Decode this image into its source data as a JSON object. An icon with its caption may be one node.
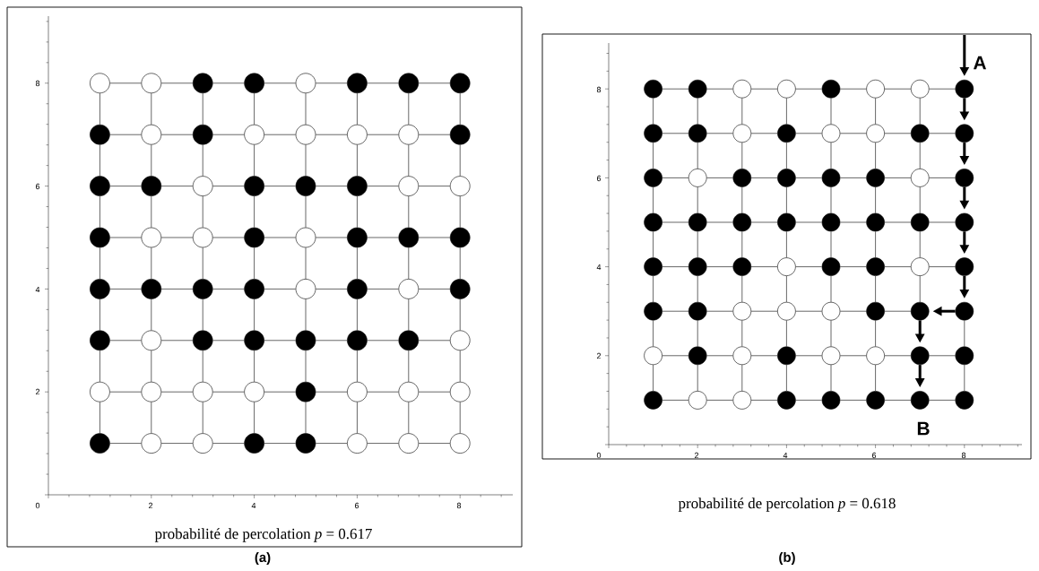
{
  "diagram": {
    "nodes": [
      {
        "text": [],
        "shape": "circle"
      },
      {
        "text": [],
        "shape": "circle"
      },
      {
        "text": [],
        "shape": "dot"
      },
      {
        "text": [],
        "shape": "dot"
      },
      {
        "text": [],
        "shape": "circle"
      },
      {
        "text": [],
        "shape": "dot"
      },
      {
        "text": [],
        "shape": "dot"
      },
      {
        "text": [],
        "shape": "dot"
      },
      {
        "text": [],
        "shape": "dot"
      },
      {
        "text": [],
        "shape": "circle"
      },
      {
        "text": [],
        "shape": "dot"
      },
      {
        "text": [],
        "shape": "circle"
      },
      {
        "text": [],
        "shape": "circle"
      },
      {
        "text": [],
        "shape": "circle"
      },
      {
        "text": [],
        "shape": "circle"
      },
      {
        "text": [],
        "shape": "dot"
      },
      {
        "text": [],
        "shape": "dot"
      },
      {
        "text": [],
        "shape": "dot"
      },
      {
        "text": [],
        "shape": "circle"
      },
      {
        "text": [],
        "shape": "dot"
      },
      {
        "text": [],
        "shape": "dot"
      },
      {
        "text": [],
        "shape": "dot"
      },
      {
        "text": [],
        "shape": "circle"
      },
      {
        "text": [],
        "shape": "circle"
      },
      {
        "text": [],
        "shape": "dot"
      },
      {
        "text": [],
        "shape": "circle"
      },
      {
        "text": [],
        "shape": "circle"
      },
      {
        "text": [],
        "shape": "dot"
      },
      {
        "text": [],
        "shape": "circle"
      },
      {
        "text": [],
        "shape": "dot"
      },
      {
        "text": [],
        "shape": "dot"
      },
      {
        "text": [],
        "shape": "dot"
      },
      {
        "text": [],
        "shape": "dot"
      },
      {
        "text": [],
        "shape": "dot"
      },
      {
        "text": [],
        "shape": "dot"
      },
      {
        "text": [],
        "shape": "dot"
      },
      {
        "text": [],
        "shape": "circle"
      },
      {
        "text": [],
        "shape": "dot"
      },
      {
        "text": [],
        "shape": "circle"
      },
      {
        "text": [],
        "shape": "dot"
      },
      {
        "text": [],
        "shape": "dot"
      },
      {
        "text": [],
        "shape": "circle"
      },
      {
        "text": [],
        "shape": "dot"
      },
      {
        "text": [],
        "shape": "dot"
      },
      {
        "text": [],
        "shape": "dot"
      },
      {
        "text": [],
        "shape": "dot"
      },
      {
        "text": [],
        "shape": "dot"
      },
      {
        "text": [],
        "shape": "circle"
      },
      {
        "text": [],
        "shape": "circle"
      },
      {
        "text": [],
        "shape": "circle"
      },
      {
        "text": [],
        "shape": "circle"
      },
      {
        "text": [],
        "shape": "circle"
      },
      {
        "text": [],
        "shape": "dot"
      },
      {
        "text": [],
        "shape": "circle"
      },
      {
        "text": [],
        "shape": "circle"
      },
      {
        "text": [],
        "shape": "circle"
      },
      {
        "text": [],
        "shape": "dot"
      },
      {
        "text": [],
        "shape": "circle"
      },
      {
        "text": [],
        "shape": "circle"
      },
      {
        "text": [],
        "shape": "dot"
      },
      {
        "text": [],
        "shape": "dot"
      },
      {
        "text": [],
        "shape": "circle"
      },
      {
        "text": [],
        "shape": "circle"
      },
      {
        "text": [],
        "shape": "circle"
      },
      {
        "text": [],
        "shape": "dot"
      },
      {
        "text": [],
        "shape": "dot"
      },
      {
        "text": [],
        "shape": "circle"
      },
      {
        "text": [],
        "shape": "circle"
      },
      {
        "text": [],
        "shape": "dot"
      },
      {
        "text": [],
        "shape": "circle"
      },
      {
        "text": [],
        "shape": "circle"
      },
      {
        "text": [],
        "shape": "dot"
      },
      {
        "text": [],
        "shape": "dot"
      },
      {
        "text": [],
        "shape": "dot"
      },
      {
        "text": [],
        "shape": "circle"
      },
      {
        "text": [],
        "shape": "dot"
      },
      {
        "text": [],
        "shape": "circle"
      },
      {
        "text": [],
        "shape": "circle"
      },
      {
        "text": [],
        "shape": "dot"
      },
      {
        "text": [],
        "shape": "dot"
      },
      {
        "text": [],
        "shape": "dot"
      },
      {
        "text": [],
        "shape": "circle"
      },
      {
        "text": [],
        "shape": "dot"
      },
      {
        "text": [],
        "shape": "dot"
      },
      {
        "text": [],
        "shape": "dot"
      },
      {
        "text": [],
        "shape": "dot"
      },
      {
        "text": [],
        "shape": "circle"
      },
      {
        "text": [],
        "shape": "dot"
      },
      {
        "text": [],
        "shape": "dot"
      },
      {
        "text": [],
        "shape": "dot"
      },
      {
        "text": [],
        "shape": "dot"
      },
      {
        "text": [],
        "shape": "dot"
      },
      {
        "text": [],
        "shape": "dot"
      },
      {
        "text": [],
        "shape": "dot"
      },
      {
        "text": [],
        "shape": "dot"
      },
      {
        "text": [],
        "shape": "dot"
      },
      {
        "text": [],
        "shape": "dot"
      },
      {
        "text": [],
        "shape": "dot"
      },
      {
        "text": [],
        "shape": "dot"
      },
      {
        "text": [],
        "shape": "circle"
      },
      {
        "text": [],
        "shape": "dot"
      },
      {
        "text": [],
        "shape": "dot"
      },
      {
        "text": [],
        "shape": "circle"
      },
      {
        "text": [],
        "shape": "dot"
      },
      {
        "text": [],
        "shape": "dot"
      },
      {
        "text": [],
        "shape": "dot"
      },
      {
        "text": [],
        "shape": "circle"
      },
      {
        "text": [],
        "shape": "circle"
      },
      {
        "text": [],
        "shape": "circle"
      },
      {
        "text": [],
        "shape": "dot"
      },
      {
        "text": [],
        "shape": "dot"
      },
      {
        "text": [],
        "shape": "dot"
      },
      {
        "text": [],
        "shape": "circle"
      },
      {
        "text": [],
        "shape": "dot"
      },
      {
        "text": [],
        "shape": "circle"
      },
      {
        "text": [],
        "shape": "dot"
      },
      {
        "text": [],
        "shape": "circle"
      },
      {
        "text": [],
        "shape": "circle"
      },
      {
        "text": [],
        "shape": "dot"
      },
      {
        "text": [],
        "shape": "dot"
      },
      {
        "text": [],
        "shape": "dot"
      },
      {
        "text": [],
        "shape": "circle"
      },
      {
        "text": [],
        "shape": "circle"
      },
      {
        "text": [],
        "shape": "dot"
      },
      {
        "text": [],
        "shape": "dot"
      },
      {
        "text": [],
        "shape": "dot"
      },
      {
        "text": [],
        "shape": "dot"
      },
      {
        "text": [],
        "shape": "dot"
      }
    ],
    "edges": [
      {
        "from": 0,
        "to": 1,
        "arrow": "none"
      },
      {
        "from": 1,
        "to": 2,
        "arrow": "none"
      },
      {
        "from": 2,
        "to": 3,
        "arrow": "none"
      },
      {
        "from": 3,
        "to": 4,
        "arrow": "none"
      },
      {
        "from": 4,
        "to": 5,
        "arrow": "none"
      },
      {
        "from": 5,
        "to": 6,
        "arrow": "none"
      },
      {
        "from": 6,
        "to": 7,
        "arrow": "none"
      },
      {
        "from": 0,
        "to": 8,
        "arrow": "none"
      },
      {
        "from": 1,
        "to": 9,
        "arrow": "none"
      },
      {
        "from": 2,
        "to": 10,
        "arrow": "none"
      },
      {
        "from": 3,
        "to": 11,
        "arrow": "none"
      },
      {
        "from": 4,
        "to": 12,
        "arrow": "none"
      },
      {
        "from": 5,
        "to": 13,
        "arrow": "none"
      },
      {
        "from": 6,
        "to": 14,
        "arrow": "none"
      },
      {
        "from": 7,
        "to": 15,
        "arrow": "none"
      },
      {
        "from": 8,
        "to": 9,
        "arrow": "none"
      },
      {
        "from": 9,
        "to": 10,
        "arrow": "none"
      },
      {
        "from": 10,
        "to": 11,
        "arrow": "none"
      },
      {
        "from": 11,
        "to": 12,
        "arrow": "none"
      },
      {
        "from": 12,
        "to": 13,
        "arrow": "none"
      },
      {
        "from": 13,
        "to": 14,
        "arrow": "none"
      },
      {
        "from": 14,
        "to": 15,
        "arrow": "none"
      },
      {
        "from": 8,
        "to": 16,
        "arrow": "none"
      },
      {
        "from": 9,
        "to": 17,
        "arrow": "none"
      },
      {
        "from": 10,
        "to": 18,
        "arrow": "none"
      },
      {
        "from": 11,
        "to": 19,
        "arrow": "none"
      },
      {
        "from": 12,
        "to": 20,
        "arrow": "none"
      },
      {
        "from": 13,
        "to": 21,
        "arrow": "none"
      },
      {
        "from": 14,
        "to": 22,
        "arrow": "none"
      },
      {
        "from": 15,
        "to": 23,
        "arrow": "none"
      },
      {
        "from": 16,
        "to": 17,
        "arrow": "none"
      },
      {
        "from": 17,
        "to": 18,
        "arrow": "none"
      },
      {
        "from": 18,
        "to": 19,
        "arrow": "none"
      },
      {
        "from": 19,
        "to": 20,
        "arrow": "none"
      },
      {
        "from": 20,
        "to": 21,
        "arrow": "none"
      },
      {
        "from": 21,
        "to": 22,
        "arrow": "none"
      },
      {
        "from": 22,
        "to": 23,
        "arrow": "none"
      },
      {
        "from": 16,
        "to": 24,
        "arrow": "none"
      },
      {
        "from": 17,
        "to": 25,
        "arrow": "none"
      },
      {
        "from": 18,
        "to": 26,
        "arrow": "none"
      },
      {
        "from": 19,
        "to": 27,
        "arrow": "none"
      },
      {
        "from": 20,
        "to": 28,
        "arrow": "none"
      },
      {
        "from": 21,
        "to": 29,
        "arrow": "none"
      },
      {
        "from": 22,
        "to": 30,
        "arrow": "none"
      },
      {
        "from": 23,
        "to": 31,
        "arrow": "none"
      },
      {
        "from": 24,
        "to": 25,
        "arrow": "none"
      },
      {
        "from": 25,
        "to": 26,
        "arrow": "none"
      },
      {
        "from": 26,
        "to": 27,
        "arrow": "none"
      },
      {
        "from": 27,
        "to": 28,
        "arrow": "none"
      },
      {
        "from": 28,
        "to": 29,
        "arrow": "none"
      },
      {
        "from": 29,
        "to": 30,
        "arrow": "none"
      },
      {
        "from": 30,
        "to": 31,
        "arrow": "none"
      },
      {
        "from": 24,
        "to": 32,
        "arrow": "none"
      },
      {
        "from": 25,
        "to": 33,
        "arrow": "none"
      },
      {
        "from": 26,
        "to": 34,
        "arrow": "none"
      },
      {
        "from": 27,
        "to": 35,
        "arrow": "none"
      },
      {
        "from": 28,
        "to": 36,
        "arrow": "none"
      },
      {
        "from": 29,
        "to": 37,
        "arrow": "none"
      },
      {
        "from": 30,
        "to": 38,
        "arrow": "none"
      },
      {
        "from": 31,
        "to": 39,
        "arrow": "none"
      },
      {
        "from": 32,
        "to": 33,
        "arrow": "none"
      },
      {
        "from": 33,
        "to": 34,
        "arrow": "none"
      },
      {
        "from": 34,
        "to": 35,
        "arrow": "none"
      },
      {
        "from": 35,
        "to": 36,
        "arrow": "none"
      },
      {
        "from": 36,
        "to": 37,
        "arrow": "none"
      },
      {
        "from": 37,
        "to": 38,
        "arrow": "none"
      },
      {
        "from": 38,
        "to": 39,
        "arrow": "none"
      },
      {
        "from": 32,
        "to": 40,
        "arrow": "none"
      },
      {
        "from": 33,
        "to": 41,
        "arrow": "none"
      },
      {
        "from": 34,
        "to": 42,
        "arrow": "none"
      },
      {
        "from": 35,
        "to": 43,
        "arrow": "none"
      },
      {
        "from": 36,
        "to": 44,
        "arrow": "none"
      },
      {
        "from": 37,
        "to": 45,
        "arrow": "none"
      },
      {
        "from": 38,
        "to": 46,
        "arrow": "none"
      },
      {
        "from": 39,
        "to": 47,
        "arrow": "none"
      },
      {
        "from": 40,
        "to": 41,
        "arrow": "none"
      },
      {
        "from": 41,
        "to": 42,
        "arrow": "none"
      },
      {
        "from": 42,
        "to": 43,
        "arrow": "none"
      },
      {
        "from": 43,
        "to": 44,
        "arrow": "none"
      },
      {
        "from": 44,
        "to": 45,
        "arrow": "none"
      },
      {
        "from": 45,
        "to": 46,
        "arrow": "none"
      },
      {
        "from": 46,
        "to": 47,
        "arrow": "none"
      },
      {
        "from": 40,
        "to": 48,
        "arrow": "none"
      },
      {
        "from": 41,
        "to": 49,
        "arrow": "none"
      },
      {
        "from": 42,
        "to": 50,
        "arrow": "none"
      },
      {
        "from": 43,
        "to": 51,
        "arrow": "none"
      },
      {
        "from": 44,
        "to": 52,
        "arrow": "none"
      },
      {
        "from": 45,
        "to": 53,
        "arrow": "none"
      },
      {
        "from": 46,
        "to": 54,
        "arrow": "none"
      },
      {
        "from": 47,
        "to": 55,
        "arrow": "none"
      },
      {
        "from": 48,
        "to": 49,
        "arrow": "none"
      },
      {
        "from": 49,
        "to": 50,
        "arrow": "none"
      },
      {
        "from": 50,
        "to": 51,
        "arrow": "none"
      },
      {
        "from": 51,
        "to": 52,
        "arrow": "none"
      },
      {
        "from": 52,
        "to": 53,
        "arrow": "none"
      },
      {
        "from": 53,
        "to": 54,
        "arrow": "none"
      },
      {
        "from": 54,
        "to": 55,
        "arrow": "none"
      },
      {
        "from": 48,
        "to": 56,
        "arrow": "none"
      },
      {
        "from": 49,
        "to": 57,
        "arrow": "none"
      },
      {
        "from": 50,
        "to": 58,
        "arrow": "none"
      },
      {
        "from": 51,
        "to": 59,
        "arrow": "none"
      },
      {
        "from": 52,
        "to": 60,
        "arrow": "none"
      },
      {
        "from": 53,
        "to": 61,
        "arrow": "none"
      },
      {
        "from": 54,
        "to": 62,
        "arrow": "none"
      },
      {
        "from": 55,
        "to": 63,
        "arrow": "none"
      },
      {
        "from": 56,
        "to": 57,
        "arrow": "none"
      },
      {
        "from": 57,
        "to": 58,
        "arrow": "none"
      },
      {
        "from": 58,
        "to": 59,
        "arrow": "none"
      },
      {
        "from": 59,
        "to": 60,
        "arrow": "none"
      },
      {
        "from": 60,
        "to": 61,
        "arrow": "none"
      },
      {
        "from": 61,
        "to": 62,
        "arrow": "none"
      },
      {
        "from": 62,
        "to": 63,
        "arrow": "none"
      },
      {
        "from": 64,
        "to": 65,
        "arrow": "none"
      },
      {
        "from": 65,
        "to": 66,
        "arrow": "none"
      },
      {
        "from": 66,
        "to": 67,
        "arrow": "none"
      },
      {
        "from": 67,
        "to": 68,
        "arrow": "none"
      },
      {
        "from": 68,
        "to": 69,
        "arrow": "none"
      },
      {
        "from": 69,
        "to": 70,
        "arrow": "none"
      },
      {
        "from": 70,
        "to": 71,
        "arrow": "none"
      },
      {
        "from": 64,
        "to": 72,
        "arrow": "none"
      },
      {
        "from": 65,
        "to": 73,
        "arrow": "none"
      },
      {
        "from": 66,
        "to": 74,
        "arrow": "none"
      },
      {
        "from": 67,
        "to": 75,
        "arrow": "none"
      },
      {
        "from": 68,
        "to": 76,
        "arrow": "none"
      },
      {
        "from": 69,
        "to": 77,
        "arrow": "none"
      },
      {
        "from": 70,
        "to": 78,
        "arrow": "none"
      },
      {
        "from": 71,
        "to": 79,
        "arrow": "to",
        "style": "thick"
      },
      {
        "from": 72,
        "to": 73,
        "arrow": "none"
      },
      {
        "from": 73,
        "to": 74,
        "arrow": "none"
      },
      {
        "from": 74,
        "to": 75,
        "arrow": "none"
      },
      {
        "from": 75,
        "to": 76,
        "arrow": "none"
      },
      {
        "from": 76,
        "to": 77,
        "arrow": "none"
      },
      {
        "from": 77,
        "to": 78,
        "arrow": "none"
      },
      {
        "from": 78,
        "to": 79,
        "arrow": "none"
      },
      {
        "from": 72,
        "to": 80,
        "arrow": "none"
      },
      {
        "from": 73,
        "to": 81,
        "arrow": "none"
      },
      {
        "from": 74,
        "to": 82,
        "arrow": "none"
      },
      {
        "from": 75,
        "to": 83,
        "arrow": "none"
      },
      {
        "from": 76,
        "to": 84,
        "arrow": "none"
      },
      {
        "from": 77,
        "to": 85,
        "arrow": "none"
      },
      {
        "from": 78,
        "to": 86,
        "arrow": "none"
      },
      {
        "from": 79,
        "to": 87,
        "arrow": "to",
        "style": "thick"
      },
      {
        "from": 80,
        "to": 81,
        "arrow": "none"
      },
      {
        "from": 81,
        "to": 82,
        "arrow": "none"
      },
      {
        "from": 82,
        "to": 83,
        "arrow": "none"
      },
      {
        "from": 83,
        "to": 84,
        "arrow": "none"
      },
      {
        "from": 84,
        "to": 85,
        "arrow": "none"
      },
      {
        "from": 85,
        "to": 86,
        "arrow": "none"
      },
      {
        "from": 86,
        "to": 87,
        "arrow": "none"
      },
      {
        "from": 80,
        "to": 88,
        "arrow": "none"
      },
      {
        "from": 81,
        "to": 89,
        "arrow": "none"
      },
      {
        "from": 82,
        "to": 90,
        "arrow": "none"
      },
      {
        "from": 83,
        "to": 91,
        "arrow": "none"
      },
      {
        "from": 84,
        "to": 92,
        "arrow": "none"
      },
      {
        "from": 85,
        "to": 93,
        "arrow": "none"
      },
      {
        "from": 86,
        "to": 94,
        "arrow": "none"
      },
      {
        "from": 87,
        "to": 95,
        "arrow": "to",
        "style": "thick"
      },
      {
        "from": 88,
        "to": 89,
        "arrow": "none"
      },
      {
        "from": 89,
        "to": 90,
        "arrow": "none"
      },
      {
        "from": 90,
        "to": 91,
        "arrow": "none"
      },
      {
        "from": 91,
        "to": 92,
        "arrow": "none"
      },
      {
        "from": 92,
        "to": 93,
        "arrow": "none"
      },
      {
        "from": 93,
        "to": 94,
        "arrow": "none"
      },
      {
        "from": 94,
        "to": 95,
        "arrow": "none"
      },
      {
        "from": 88,
        "to": 96,
        "arrow": "none"
      },
      {
        "from": 89,
        "to": 97,
        "arrow": "none"
      },
      {
        "from": 90,
        "to": 98,
        "arrow": "none"
      },
      {
        "from": 91,
        "to": 99,
        "arrow": "none"
      },
      {
        "from": 92,
        "to": 100,
        "arrow": "none"
      },
      {
        "from": 93,
        "to": 101,
        "arrow": "none"
      },
      {
        "from": 94,
        "to": 102,
        "arrow": "none"
      },
      {
        "from": 95,
        "to": 103,
        "arrow": "to",
        "style": "thick"
      },
      {
        "from": 96,
        "to": 97,
        "arrow": "none"
      },
      {
        "from": 97,
        "to": 98,
        "arrow": "none"
      },
      {
        "from": 98,
        "to": 99,
        "arrow": "none"
      },
      {
        "from": 99,
        "to": 100,
        "arrow": "none"
      },
      {
        "from": 100,
        "to": 101,
        "arrow": "none"
      },
      {
        "from": 101,
        "to": 102,
        "arrow": "none"
      },
      {
        "from": 102,
        "to": 103,
        "arrow": "none"
      },
      {
        "from": 96,
        "to": 104,
        "arrow": "none"
      },
      {
        "from": 97,
        "to": 105,
        "arrow": "none"
      },
      {
        "from": 98,
        "to": 106,
        "arrow": "none"
      },
      {
        "from": 99,
        "to": 107,
        "arrow": "none"
      },
      {
        "from": 100,
        "to": 108,
        "arrow": "none"
      },
      {
        "from": 101,
        "to": 109,
        "arrow": "none"
      },
      {
        "from": 102,
        "to": 110,
        "arrow": "none"
      },
      {
        "from": 103,
        "to": 111,
        "arrow": "to",
        "style": "thick"
      },
      {
        "from": 104,
        "to": 105,
        "arrow": "none"
      },
      {
        "from": 105,
        "to": 106,
        "arrow": "none"
      },
      {
        "from": 106,
        "to": 107,
        "arrow": "none"
      },
      {
        "from": 107,
        "to": 108,
        "arrow": "none"
      },
      {
        "from": 108,
        "to": 109,
        "arrow": "none"
      },
      {
        "from": 109,
        "to": 110,
        "arrow": "none"
      },
      {
        "from": 111,
        "to": 110,
        "arrow": "to",
        "style": "thick"
      },
      {
        "from": 104,
        "to": 112,
        "arrow": "none"
      },
      {
        "from": 105,
        "to": 113,
        "arrow": "none"
      },
      {
        "from": 106,
        "to": 114,
        "arrow": "none"
      },
      {
        "from": 107,
        "to": 115,
        "arrow": "none"
      },
      {
        "from": 108,
        "to": 116,
        "arrow": "none"
      },
      {
        "from": 109,
        "to": 117,
        "arrow": "none"
      },
      {
        "from": 110,
        "to": 118,
        "arrow": "to",
        "style": "thick"
      },
      {
        "from": 111,
        "to": 119,
        "arrow": "none"
      },
      {
        "from": 112,
        "to": 113,
        "arrow": "none"
      },
      {
        "from": 113,
        "to": 114,
        "arrow": "none"
      },
      {
        "from": 114,
        "to": 115,
        "arrow": "none"
      },
      {
        "from": 115,
        "to": 116,
        "arrow": "none"
      },
      {
        "from": 116,
        "to": 117,
        "arrow": "none"
      },
      {
        "from": 117,
        "to": 118,
        "arrow": "none"
      },
      {
        "from": 118,
        "to": 119,
        "arrow": "none"
      },
      {
        "from": 112,
        "to": 120,
        "arrow": "none"
      },
      {
        "from": 113,
        "to": 121,
        "arrow": "none"
      },
      {
        "from": 114,
        "to": 122,
        "arrow": "none"
      },
      {
        "from": 115,
        "to": 123,
        "arrow": "none"
      },
      {
        "from": 116,
        "to": 124,
        "arrow": "none"
      },
      {
        "from": 117,
        "to": 125,
        "arrow": "none"
      },
      {
        "from": 118,
        "to": 126,
        "arrow": "to",
        "style": "thick"
      },
      {
        "from": 119,
        "to": 127,
        "arrow": "none"
      },
      {
        "from": 120,
        "to": 121,
        "arrow": "none"
      },
      {
        "from": 121,
        "to": 122,
        "arrow": "none"
      },
      {
        "from": 122,
        "to": 123,
        "arrow": "none"
      },
      {
        "from": 123,
        "to": 124,
        "arrow": "none"
      },
      {
        "from": 124,
        "to": 125,
        "arrow": "none"
      },
      {
        "from": 125,
        "to": 126,
        "arrow": "none"
      },
      {
        "from": 126,
        "to": 127,
        "arrow": "none"
      },
      {
        "from": null,
        "to": 71,
        "arrow": "to",
        "style": "thick"
      }
    ],
    "labels": [
      "8",
      "6",
      "4",
      "2",
      "0",
      "2",
      "4",
      "6",
      "8",
      "probabilité de percolation *p* = 0.617",
      "(a)",
      "A",
      "8",
      "6",
      "4",
      "2",
      "B",
      "0",
      "2",
      "4",
      "6",
      "8",
      "probabilité de percolation *p* = 0.618",
      "(b)"
    ]
  }
}
